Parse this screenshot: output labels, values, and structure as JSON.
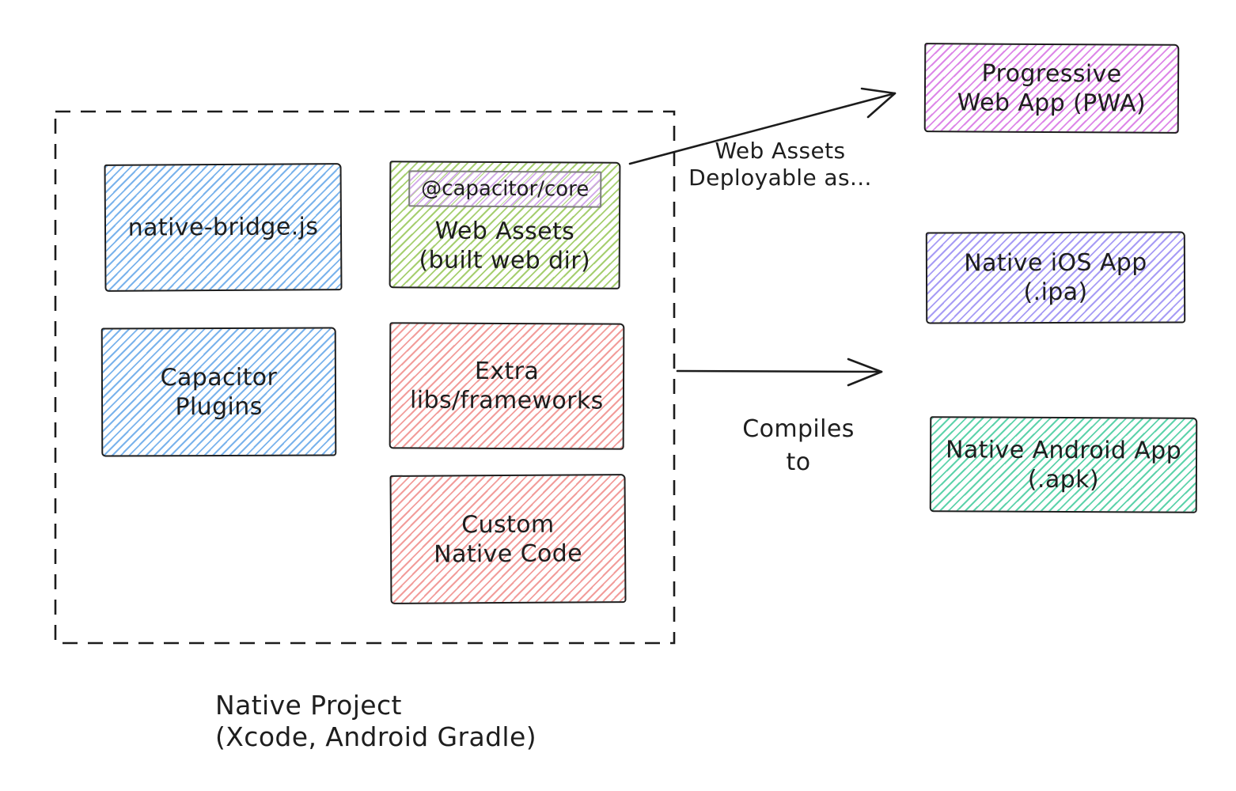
{
  "colors": {
    "ink": "#1e1e1e",
    "blue": "#7ab3ec",
    "green": "#a6cf70",
    "red": "#f29d9b",
    "magenta": "#dd87e8",
    "purple": "#a79cf5",
    "teal": "#5ed3ab",
    "violet": "#cfa3e8",
    "badge_border": "#7d7d7d"
  },
  "boxes": {
    "native_bridge": {
      "label": "native-bridge.js"
    },
    "web_assets": {
      "badge": "@capacitor/core",
      "label": [
        "Web Assets",
        "(built web dir)"
      ]
    },
    "capacitor_plugins": {
      "label": [
        "Capacitor",
        "Plugins"
      ]
    },
    "extra_libs": {
      "label": [
        "Extra",
        "libs/frameworks"
      ]
    },
    "custom_native": {
      "label": [
        "Custom",
        "Native Code"
      ]
    },
    "pwa": {
      "label": [
        "Progressive",
        "Web App (PWA)"
      ]
    },
    "ios": {
      "label": [
        "Native iOS App",
        "(.ipa)"
      ]
    },
    "android": {
      "label": [
        "Native Android App",
        "(.apk)"
      ]
    }
  },
  "annotations": {
    "deployable": [
      "Web Assets",
      "Deployable as..."
    ],
    "compiles": [
      "Compiles",
      "to"
    ]
  },
  "container_label": [
    "Native Project",
    "(Xcode, Android Gradle)"
  ]
}
